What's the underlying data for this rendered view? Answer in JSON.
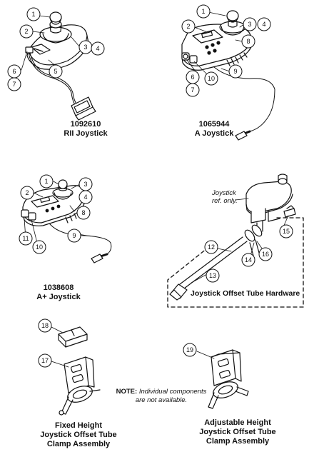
{
  "callouts": [
    "1",
    "2",
    "3",
    "4",
    "5",
    "6",
    "7",
    "8",
    "9",
    "10",
    "11",
    "12",
    "13",
    "14",
    "15",
    "16",
    "17",
    "18",
    "19"
  ],
  "joysticks": [
    {
      "part_number": "1092610",
      "name": "RII Joystick"
    },
    {
      "part_number": "1065944",
      "name": "A Joystick"
    },
    {
      "part_number": "1038608",
      "name": "A+ Joystick"
    }
  ],
  "offset_tube": {
    "title": "Joystick Offset Tube Hardware",
    "joystick_ref_line1": "Joystick",
    "joystick_ref_line2": "ref. only."
  },
  "note": {
    "label": "NOTE:",
    "text_line1": "Individual components",
    "text_line2": "are not available."
  },
  "clamps": [
    {
      "line1": "Fixed Height",
      "line2": "Joystick Offset Tube",
      "line3": "Clamp Assembly"
    },
    {
      "line1": "Adjustable Height",
      "line2": "Joystick Offset Tube",
      "line3": "Clamp Assembly"
    }
  ]
}
